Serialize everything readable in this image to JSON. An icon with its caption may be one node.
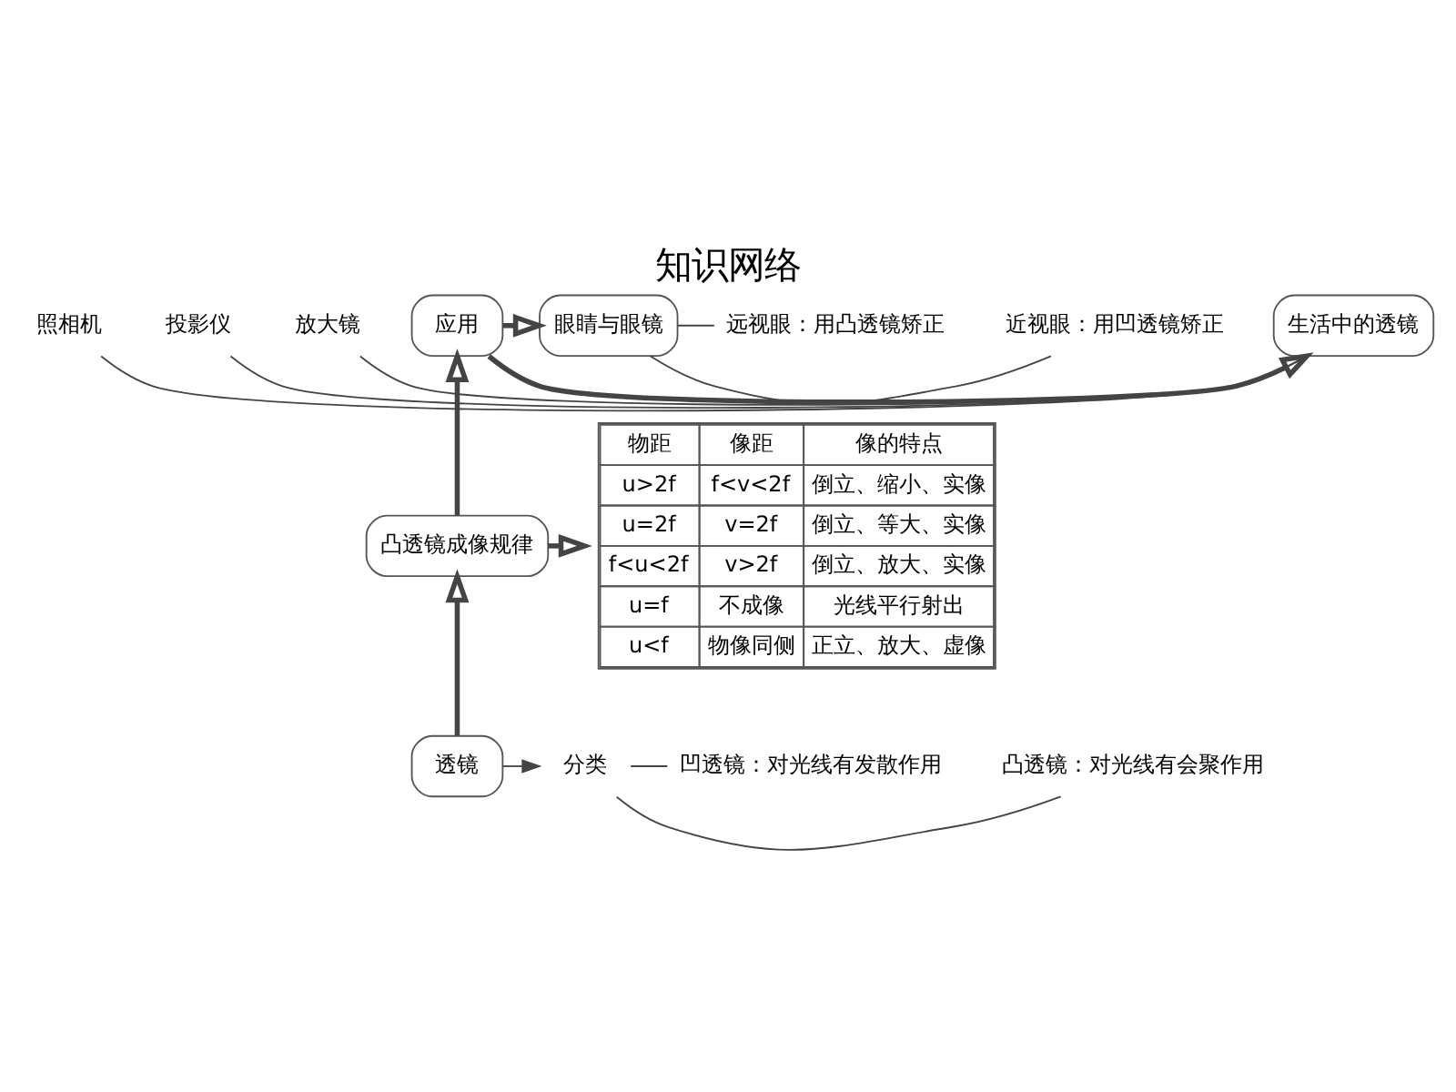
{
  "diagram": {
    "title": "知识网络",
    "nodes": [
      {
        "text": [
          "照相机"
        ]
      },
      {
        "text": [
          "投影仪"
        ]
      },
      {
        "text": [
          "放大镜"
        ]
      },
      {
        "text": [
          "生活中的透镜"
        ]
      },
      {
        "text": [
          "眼睛与眼镜"
        ]
      },
      {
        "text": [
          "近视眼：用凹透镜矫正"
        ]
      },
      {
        "text": [
          "远视眼：用凸透镜矫正"
        ]
      },
      {
        "text": [
          "应用"
        ]
      },
      {
        "text": [
          "凸透镜成像规律"
        ]
      },
      {
        "text": [
          "物距",
          "像距",
          "像的特点",
          "u>2f",
          "f<v<2f",
          "倒立、缩小、实像",
          "u=2f",
          "v=2f",
          "倒立、等大、实像",
          "f<u<2f",
          "v>2f",
          "倒立、放大、实像",
          "u=f",
          "不成像",
          "光线平行射出",
          "u<f",
          "物像同侧",
          "正立、放大、虚像"
        ]
      },
      {
        "text": [
          "透镜"
        ]
      },
      {
        "text": [
          "分类"
        ]
      },
      {
        "text": [
          "凸透镜：对光线有会聚作用"
        ]
      },
      {
        "text": [
          "凹透镜：对光线有发散作用"
        ]
      }
    ],
    "edges": [
      {
        "from": 0,
        "to": 3,
        "arrow": "none"
      },
      {
        "from": 1,
        "to": 3,
        "arrow": "none"
      },
      {
        "from": 2,
        "to": 3,
        "arrow": "none"
      },
      {
        "from": 4,
        "to": 5,
        "arrow": "none"
      },
      {
        "from": 4,
        "to": 6,
        "arrow": "none"
      },
      {
        "from": 7,
        "to": 3,
        "arrow": "to",
        "style": "thick"
      },
      {
        "from": 7,
        "to": 4,
        "arrow": "to",
        "style": "thick"
      },
      {
        "from": 8,
        "to": 7,
        "arrow": "to",
        "style": "thick"
      },
      {
        "from": 8,
        "to": 9,
        "arrow": "to",
        "style": "thick"
      },
      {
        "from": 10,
        "to": 8,
        "arrow": "to",
        "style": "thick"
      },
      {
        "from": 10,
        "to": 11,
        "arrow": "to"
      },
      {
        "from": 11,
        "to": 12,
        "arrow": "none"
      },
      {
        "from": 11,
        "to": 13,
        "arrow": "none"
      }
    ]
  }
}
